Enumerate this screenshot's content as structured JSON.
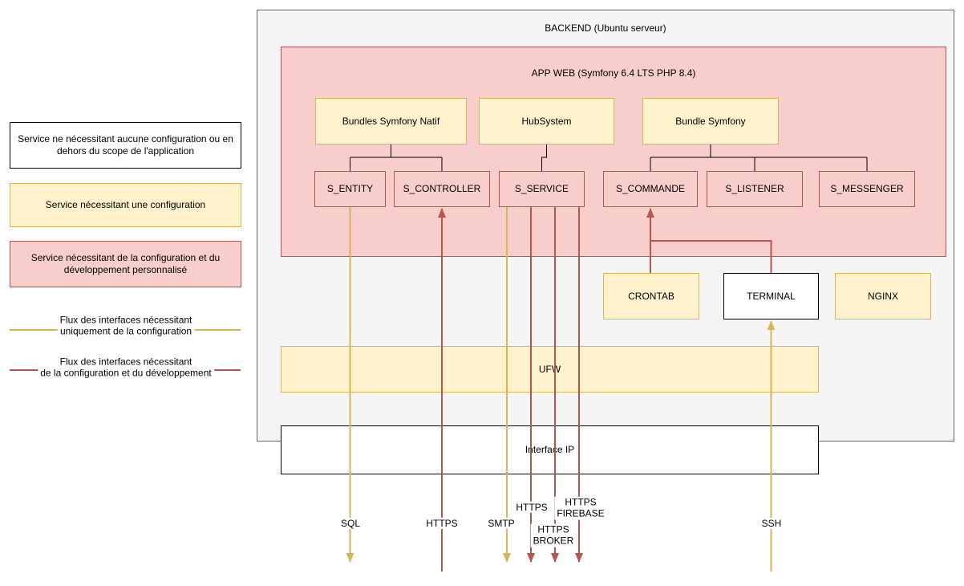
{
  "colors": {
    "yellow_fill": "#FFF2CC",
    "yellow_stroke": "#D6B656",
    "pink_fill": "#F8CECC",
    "pink_stroke": "#B85450",
    "gray_fill": "#F5F5F5",
    "gray_stroke": "#666666"
  },
  "legend": {
    "no_config": "Service ne nécessitant aucune configuration ou en dehors du scope de l'application",
    "config": "Service nécessitant une configuration",
    "config_dev": "Service nécessitant de la configuration et du développement personnalisé",
    "flow_config": "Flux des interfaces nécessitant\nuniquement de la configuration",
    "flow_config_dev": "Flux des interfaces nécessitant\nde la configuration et du développement"
  },
  "backend": {
    "title": "BACKEND (Ubuntu serveur)",
    "app_web": {
      "title": "APP WEB (Symfony 6.4 LTS PHP 8.4)",
      "bundles": [
        "Bundles Symfony Natif",
        "HubSystem",
        "Bundle Symfony"
      ],
      "services": [
        "S_ENTITY",
        "S_CONTROLLER",
        "S_SERVICE",
        "S_COMMANDE",
        "S_LISTENER",
        "S_MESSENGER"
      ]
    },
    "boxes": {
      "crontab": "CRONTAB",
      "terminal": "TERMINAL",
      "nginx": "NGINX",
      "ufw": "UFW"
    }
  },
  "interface_ip": "Interface IP",
  "flow_labels": {
    "sql": "SQL",
    "https_in": "HTTPS",
    "smtp": "SMTP",
    "https_out": "HTTPS",
    "https_firebase": "HTTPS\nFIREBASE",
    "https_broker": "HTTPS\nBROKER",
    "ssh": "SSH"
  }
}
